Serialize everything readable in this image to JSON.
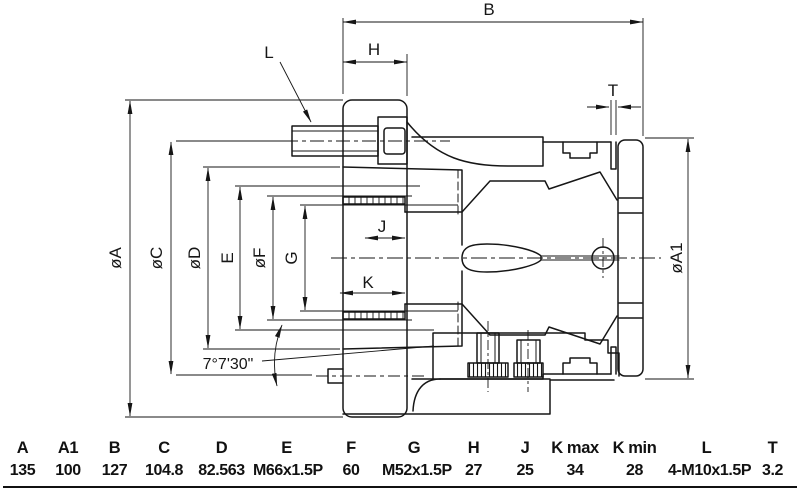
{
  "drawing": {
    "labels": {
      "B": "B",
      "H": "H",
      "L": "L",
      "T": "T",
      "J": "J",
      "K": "K",
      "phiA": "øA",
      "phiC": "øC",
      "phiD": "øD",
      "E": "E",
      "phiF": "øF",
      "G": "G",
      "phiA1": "øA1"
    },
    "angle": "7°7'30\""
  },
  "table": {
    "headers": [
      "A",
      "A1",
      "B",
      "C",
      "D",
      "E",
      "F",
      "G",
      "H",
      "J",
      "K max",
      "K min",
      "L",
      "T"
    ],
    "values": [
      "135",
      "100",
      "127",
      "104.8",
      "82.563",
      "M66x1.5P",
      "60",
      "M52x1.5P",
      "27",
      "25",
      "34",
      "28",
      "4-M10x1.5P",
      "3.2"
    ]
  }
}
